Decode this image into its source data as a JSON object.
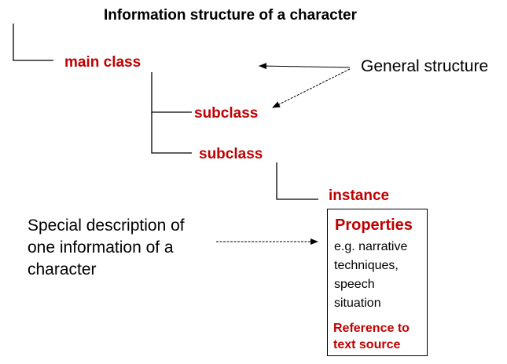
{
  "title": "Information structure of a character",
  "nodes": {
    "main_class": "main class",
    "subclass_1": "subclass",
    "subclass_2": "subclass",
    "instance": "instance"
  },
  "annotations": {
    "general_structure": "General structure",
    "special_description": [
      "Special description of",
      "one information of a",
      "character"
    ]
  },
  "properties_box": {
    "heading": "Properties",
    "description_lines": [
      "e.g. narrative",
      "techniques,",
      "speech",
      "situation"
    ],
    "reference_lines": [
      "Reference to",
      "text source"
    ]
  },
  "colors": {
    "accent_red": "#c00000",
    "text": "#000000",
    "line": "#000000"
  }
}
